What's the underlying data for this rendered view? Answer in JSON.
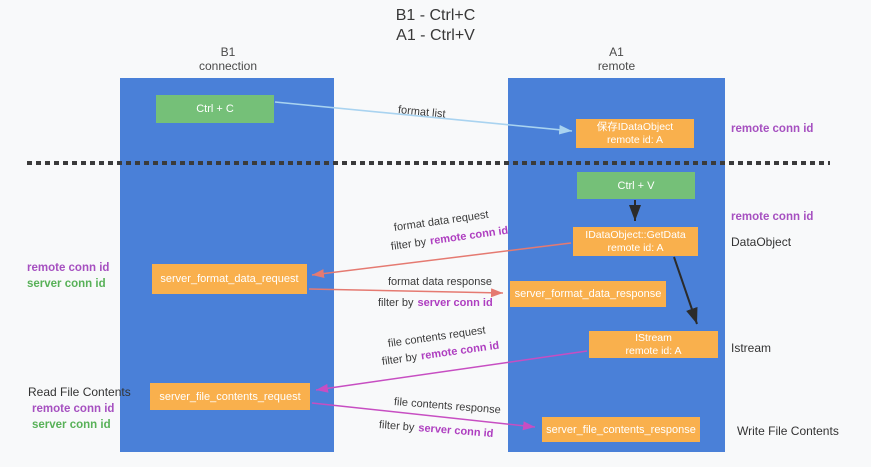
{
  "title": {
    "line1": "B1 - Ctrl+C",
    "line2": "A1 - Ctrl+V"
  },
  "lanes": {
    "left": {
      "title": "B1",
      "subtitle": "connection"
    },
    "right": {
      "title": "A1",
      "subtitle": "remote"
    }
  },
  "nodes": {
    "ctrl_c": {
      "label": "Ctrl + C"
    },
    "ctrl_v": {
      "label": "Ctrl + V"
    },
    "keep_dataobject": {
      "line1": "保存IDataObject",
      "line2": "remote id: A"
    },
    "getdata": {
      "line1": "IDataObject::GetData",
      "line2": "remote id: A"
    },
    "istream": {
      "line1": "IStream",
      "line2": "remote id: A"
    },
    "server_format_data_request": {
      "label": "server_format_data_request"
    },
    "server_format_data_response": {
      "label": "server_format_data_response"
    },
    "server_file_contents_request": {
      "label": "server_file_contents_request"
    },
    "server_file_contents_response": {
      "label": "server_file_contents_response"
    }
  },
  "edge_labels": {
    "format_list": "format list",
    "format_data_request": "format data request",
    "format_data_response": "format data response",
    "file_contents_request": "file contents request",
    "file_contents_response": "file contents response",
    "filter_prefix": "filter by",
    "remote_conn_id": "remote conn id",
    "server_conn_id": "server conn id"
  },
  "side_labels": {
    "right_remote_conn_id_1": "remote conn id",
    "right_remote_conn_id_2": "remote conn id",
    "right_dataobject": "DataObject",
    "right_istream": "Istream",
    "right_write_file": "Write File Contents",
    "left_remote_conn_id_1": "remote conn id",
    "left_server_conn_id_1": "server conn id",
    "left_read_file": "Read File Contents",
    "left_remote_conn_id_2": "remote conn id",
    "left_server_conn_id_2": "server conn id"
  },
  "colors": {
    "lane_blue": "#4a80d8",
    "box_green": "#75c078",
    "box_orange": "#f9b04d",
    "arrow_blue": "#a9d3f0",
    "arrow_black": "#2b2b2b",
    "arrow_red": "#e57a71",
    "arrow_magenta": "#c74ec2",
    "text_purple": "#a650c0",
    "text_green": "#58b158",
    "filter_key_purple": "#ae3ec0"
  }
}
